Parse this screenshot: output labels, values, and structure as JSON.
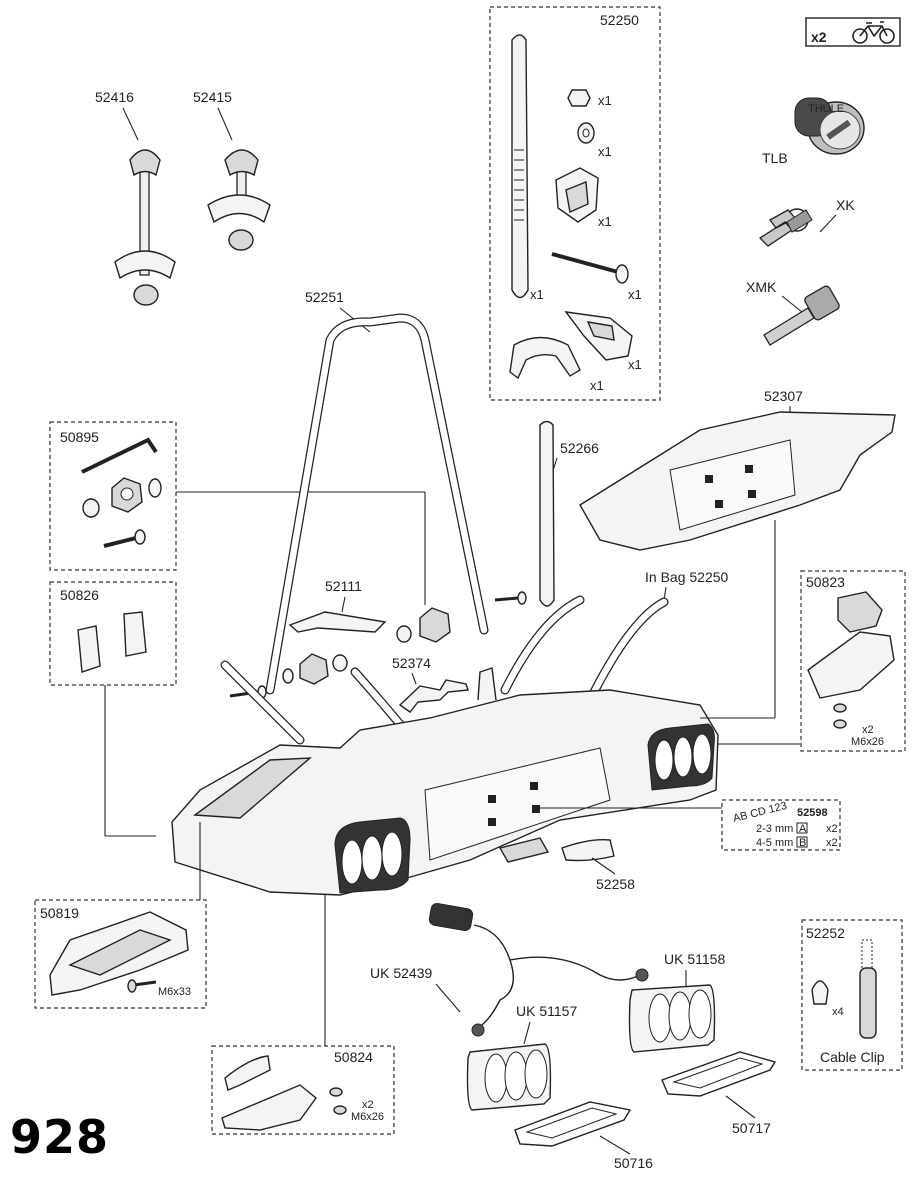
{
  "model_number": "928",
  "qty_badge": "x2",
  "parts": {
    "p52416": "52416",
    "p52415": "52415",
    "p52250": "52250",
    "p52251": "52251",
    "p52266": "52266",
    "p52307": "52307",
    "p50895": "50895",
    "p50826": "50826",
    "p52111": "52111",
    "p52374": "52374",
    "in_bag": "In Bag 52250",
    "p50823": "50823",
    "p52598": "52598",
    "p52258": "52258",
    "p50819": "50819",
    "p52252": "52252",
    "p50824": "50824",
    "uk52439": "UK 52439",
    "uk51158": "UK 51158",
    "uk51157": "UK 51157",
    "p50717": "50717",
    "p50716": "50716",
    "tlb": "TLB",
    "xk": "XK",
    "xmk": "XMK",
    "cable_clip": "Cable Clip"
  },
  "quantities": {
    "x1": "x1",
    "x2": "x2",
    "x4": "x4"
  },
  "screws": {
    "m6x26": "M6x26",
    "m6x33": "M6x33"
  },
  "plate": {
    "sample": "AB CD 123",
    "row1": "2-3 mm =",
    "row2": "4-5 mm =",
    "a": "A",
    "b": "B",
    "x2": "x2"
  },
  "lock_text": "THULE"
}
